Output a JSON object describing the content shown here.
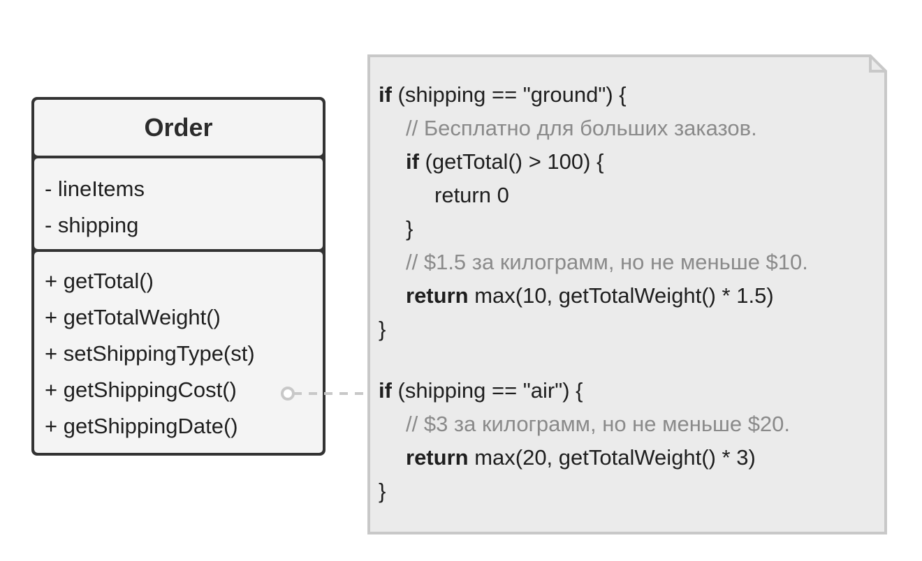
{
  "uml_class": {
    "name": "Order",
    "fields": [
      "- lineItems",
      "- shipping"
    ],
    "methods": [
      "+ getTotal()",
      "+ getTotalWeight()",
      "+ setShippingType(st)",
      "+ getShippingCost()",
      "+ getShippingDate()"
    ]
  },
  "note": {
    "lines": [
      {
        "kw": "if",
        "text": " (shipping == \"ground\") {"
      },
      {
        "comment": "// Бесплатно для больших заказов."
      },
      {
        "kw": "if",
        "text": " (getTotal() > 100) {"
      },
      {
        "text": "return 0"
      },
      {
        "text": "}"
      },
      {
        "comment": "// $1.5 за килограмм, но не меньше $10."
      },
      {
        "kw": "return",
        "text": " max(10, getTotalWeight() * 1.5)"
      },
      {
        "text": "}"
      },
      {
        "kw": "if",
        "text": " (shipping == \"air\") {"
      },
      {
        "comment": "// $3 за килограмм, но не меньше $20."
      },
      {
        "kw": "return",
        "text": " max(20, getTotalWeight() * 3)"
      },
      {
        "text": "}"
      }
    ]
  },
  "colors": {
    "box_border": "#333333",
    "box_fill": "#f4f4f4",
    "note_border": "#c8c8c8",
    "note_fill": "#ebebeb",
    "comment": "#8a8a8a",
    "connector": "#c8c8c8"
  }
}
